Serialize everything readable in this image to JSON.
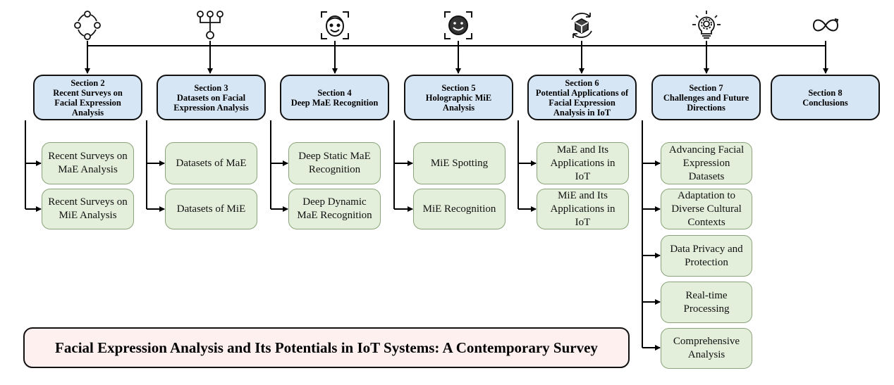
{
  "title": "Facial Expression Analysis and Its Potentials in IoT Systems: A Contemporary Survey",
  "sections": [
    {
      "number": "Section 2",
      "name": "Recent Surveys on Facial Expression Analysis",
      "icon": "cycle-arrows-icon",
      "subsections": [
        "Recent Surveys on MaE Analysis",
        "Recent Surveys on MiE Analysis"
      ]
    },
    {
      "number": "Section 3",
      "name": "Datasets on Facial Expression Analysis",
      "icon": "hierarchy-icon",
      "subsections": [
        "Datasets of MaE",
        "Datasets of MiE"
      ]
    },
    {
      "number": "Section 4",
      "name": "Deep MaE Recognition",
      "icon": "face-scan-icon",
      "subsections": [
        "Deep Static MaE Recognition",
        "Deep Dynamic MaE Recognition"
      ]
    },
    {
      "number": "Section 5",
      "name": "Holographic MiE Analysis",
      "icon": "smile-scan-icon",
      "subsections": [
        "MiE Spotting",
        "MiE Recognition"
      ]
    },
    {
      "number": "Section 6",
      "name": "Potential Applications of Facial Expression Analysis in IoT",
      "icon": "cube-cycle-icon",
      "subsections": [
        "MaE and Its Applications in IoT",
        "MiE and Its Applications in IoT"
      ]
    },
    {
      "number": "Section 7",
      "name": "Challenges and Future Directions",
      "icon": "lightbulb-gear-icon",
      "subsections": [
        "Advancing Facial Expression Datasets",
        "Adaptation to Diverse Cultural Contexts",
        "Data Privacy and Protection",
        "Real-time Processing",
        "Comprehensive Analysis"
      ]
    },
    {
      "number": "Section 8",
      "name": "Conclusions",
      "icon": "infinity-loop-icon",
      "subsections": []
    }
  ]
}
